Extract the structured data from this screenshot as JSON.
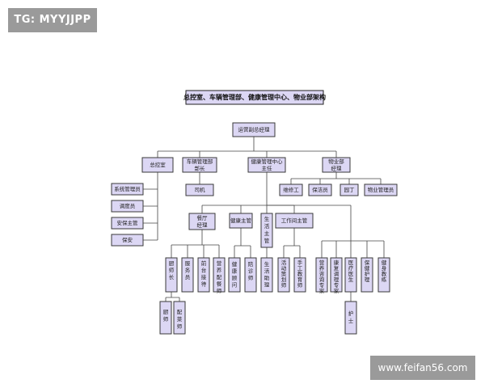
{
  "watermark_top": "TG: MYYJJPP",
  "watermark_bottom": "www.feifan56.com",
  "diagram": {
    "title": "总控室、车辆管理部、健康管理中心、物业部架构",
    "root": "运营副总经理",
    "l1": {
      "control": "总控室",
      "vehicle": [
        "车辆管理部",
        "部长"
      ],
      "health": [
        "健康管理中心",
        "主任"
      ],
      "property": [
        "物业部",
        "经理"
      ]
    },
    "control_children": [
      "系统管理员",
      "调度员",
      "安保主管",
      "保安"
    ],
    "vehicle_children": [
      "司机"
    ],
    "property_children": [
      "维修工",
      "保洁员",
      "园丁",
      "物业管理员"
    ],
    "health_l2": {
      "restaurant": [
        "餐厅",
        "经理"
      ],
      "care": "健康主管",
      "life": "生活主管",
      "workshop": "工作间主管"
    },
    "restaurant_children": [
      "厨师长",
      "服务员",
      "前台接待",
      "营养配餐师"
    ],
    "chef_children": [
      "厨师",
      "配菜师"
    ],
    "care_children": [
      "健康顾问",
      "陪诊师"
    ],
    "life_children": [
      "生活助理"
    ],
    "workshop_children": [
      "活动策划师",
      "手工教育师"
    ],
    "medical_children": [
      "营养咨询专家",
      "康复调理专家",
      "医疗医生",
      "保健护理",
      "健身教练"
    ],
    "doctor_children": [
      "护士"
    ]
  }
}
